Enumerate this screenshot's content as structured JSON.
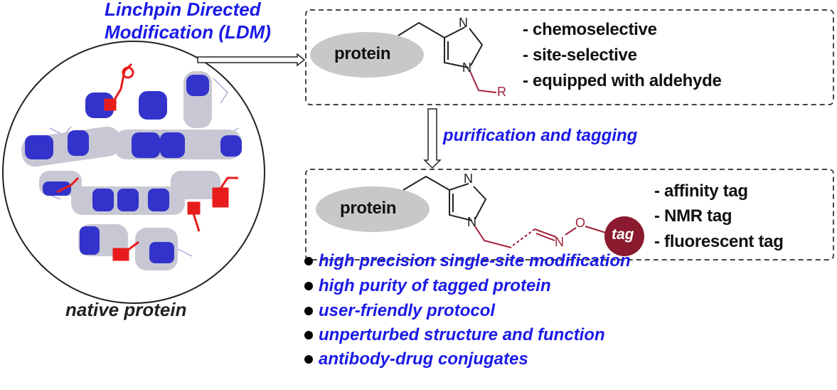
{
  "title": {
    "line1": "Linchpin Directed",
    "line2": "Modification (LDM)"
  },
  "native_label": "native protein",
  "step1": {
    "protein_label": "protein",
    "group_label": "R",
    "features": [
      "- chemoselective",
      "- site-selective",
      "- equipped with aldehyde"
    ]
  },
  "transition_label": "purification and tagging",
  "step2": {
    "protein_label": "protein",
    "atom_n": "N",
    "atom_o": "O",
    "tag_label": "tag",
    "features": [
      "- affinity tag",
      "- NMR tag",
      "- fluorescent tag"
    ]
  },
  "advantages": [
    "high precision single-site modification",
    "high purity of tagged protein",
    "user-friendly protocol",
    "unperturbed structure and function",
    "antibody-drug conjugates"
  ],
  "colors": {
    "title": "#1a1ae6",
    "helix_blue": "#3333cc",
    "helix_grey": "#c8c8d4",
    "highlight_red": "#e81c1c",
    "chain_red": "#a0203a",
    "tag_fill": "#8b1a2e",
    "ellipse": "#c8c8c8"
  }
}
